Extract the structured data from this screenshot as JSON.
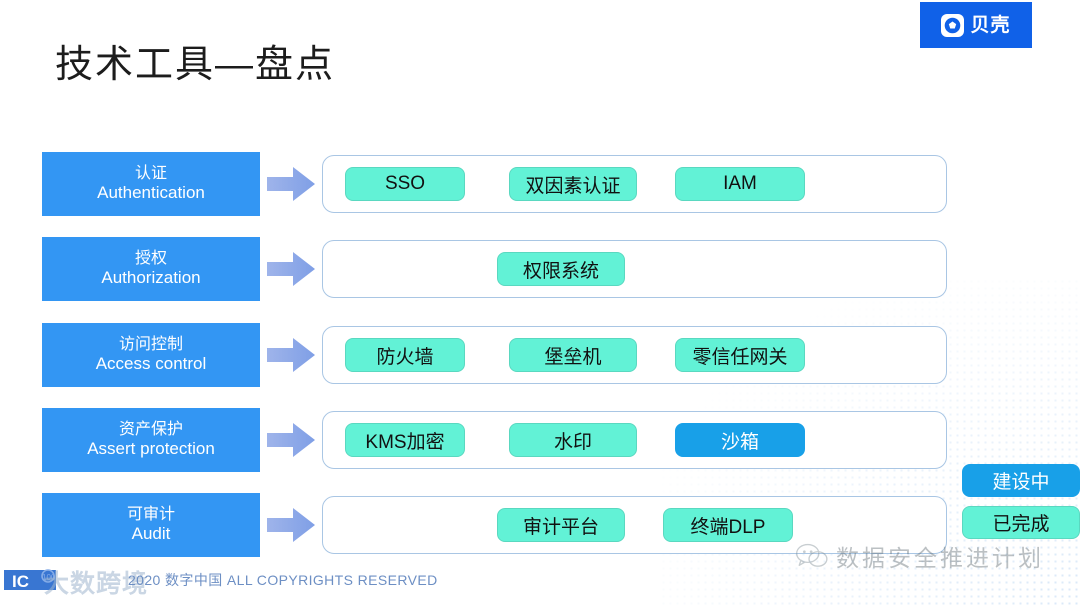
{
  "brand": {
    "name": "贝壳",
    "icon": "shell-hexagon-icon",
    "bg_color": "#1061e8"
  },
  "title": "技术工具—盘点",
  "colors": {
    "category_blue": "#3396f3",
    "pill_teal": "#62f2d6",
    "pill_blue": "#18a0e8",
    "container_border": "#a9c6e4",
    "arrow": "#8aa9e8"
  },
  "rows": [
    {
      "cn": "认证",
      "en": "Authentication",
      "tools": [
        {
          "label": "SSO",
          "status": "done"
        },
        {
          "label": "双因素认证",
          "status": "done"
        },
        {
          "label": "IAM",
          "status": "done"
        }
      ]
    },
    {
      "cn": "授权",
      "en": "Authorization",
      "tools": [
        {
          "label": "权限系统",
          "status": "done"
        }
      ]
    },
    {
      "cn": "访问控制",
      "en": "Access control",
      "tools": [
        {
          "label": "防火墙",
          "status": "done"
        },
        {
          "label": "堡垒机",
          "status": "done"
        },
        {
          "label": "零信任网关",
          "status": "done"
        }
      ]
    },
    {
      "cn": "资产保护",
      "en": "Assert protection",
      "tools": [
        {
          "label": "KMS加密",
          "status": "done"
        },
        {
          "label": "水印",
          "status": "done"
        },
        {
          "label": "沙箱",
          "status": "wip"
        }
      ]
    },
    {
      "cn": "可审计",
      "en": "Audit",
      "tools": [
        {
          "label": "审计平台",
          "status": "done"
        },
        {
          "label": "终端DLP",
          "status": "done"
        }
      ]
    }
  ],
  "legend": [
    {
      "label": "建设中",
      "status": "wip"
    },
    {
      "label": "已完成",
      "status": "done"
    }
  ],
  "wechat_watermark": {
    "text": "数据安全推进计划",
    "icon": "wechat-icon"
  },
  "footer": {
    "watermark_text": "大数跨境",
    "copyright": "2020 数字中国 ALL COPYRIGHTS RESERVED"
  }
}
